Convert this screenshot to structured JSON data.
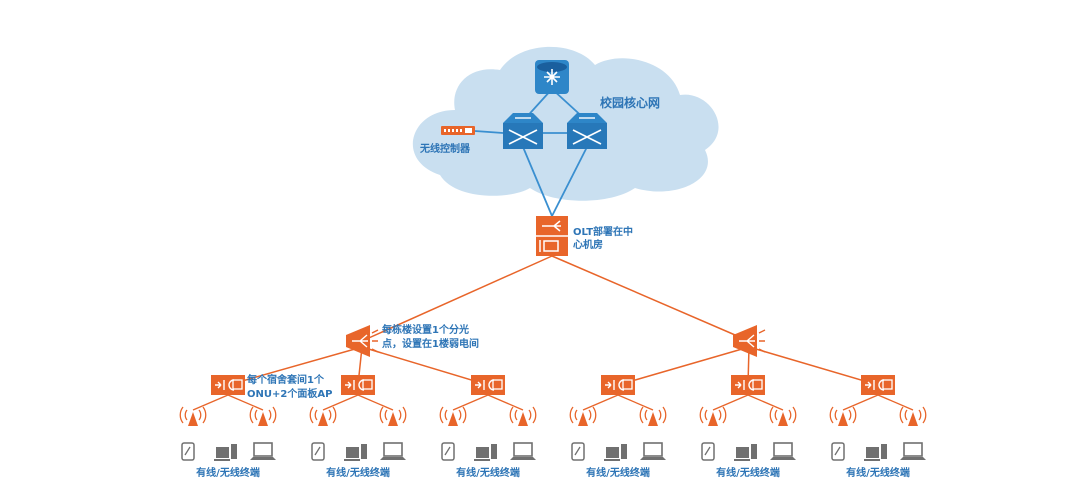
{
  "colors": {
    "orange": "#e8652a",
    "orange_dark": "#c94f18",
    "blue": "#2e86c8",
    "blue_dark": "#1a5f9e",
    "cloud": "#c9dff0",
    "text_blue": "#2e75b6",
    "line_blue": "#3a8fd0",
    "line_orange": "#e8652a",
    "gray": "#707070"
  },
  "labels": {
    "core_network": "校园核心网",
    "wireless_controller": "无线控制器",
    "olt_line1": "OLT部署在中",
    "olt_line2": "心机房",
    "splitter_line1": "每栋楼设置1个分光",
    "splitter_line2": "点，设置在1楼弱电间",
    "onu_line1": "每个宿舍套间1个",
    "onu_line2": "ONU+2个面板AP",
    "terminal": "有线/无线终端"
  },
  "icons": {
    "router": "router-icon",
    "core_switch": "core-switch-icon",
    "wireless_controller": "wireless-controller-icon",
    "olt": "olt-icon",
    "splitter": "splitter-icon",
    "onu": "onu-icon",
    "ap": "wireless-ap-icon",
    "phone": "phone-icon",
    "desktop": "desktop-icon",
    "laptop": "laptop-icon"
  },
  "structure": {
    "splitter_count": 2,
    "onus_per_splitter": 3,
    "aps_per_onu": 2,
    "terminals_per_onu": 3
  }
}
